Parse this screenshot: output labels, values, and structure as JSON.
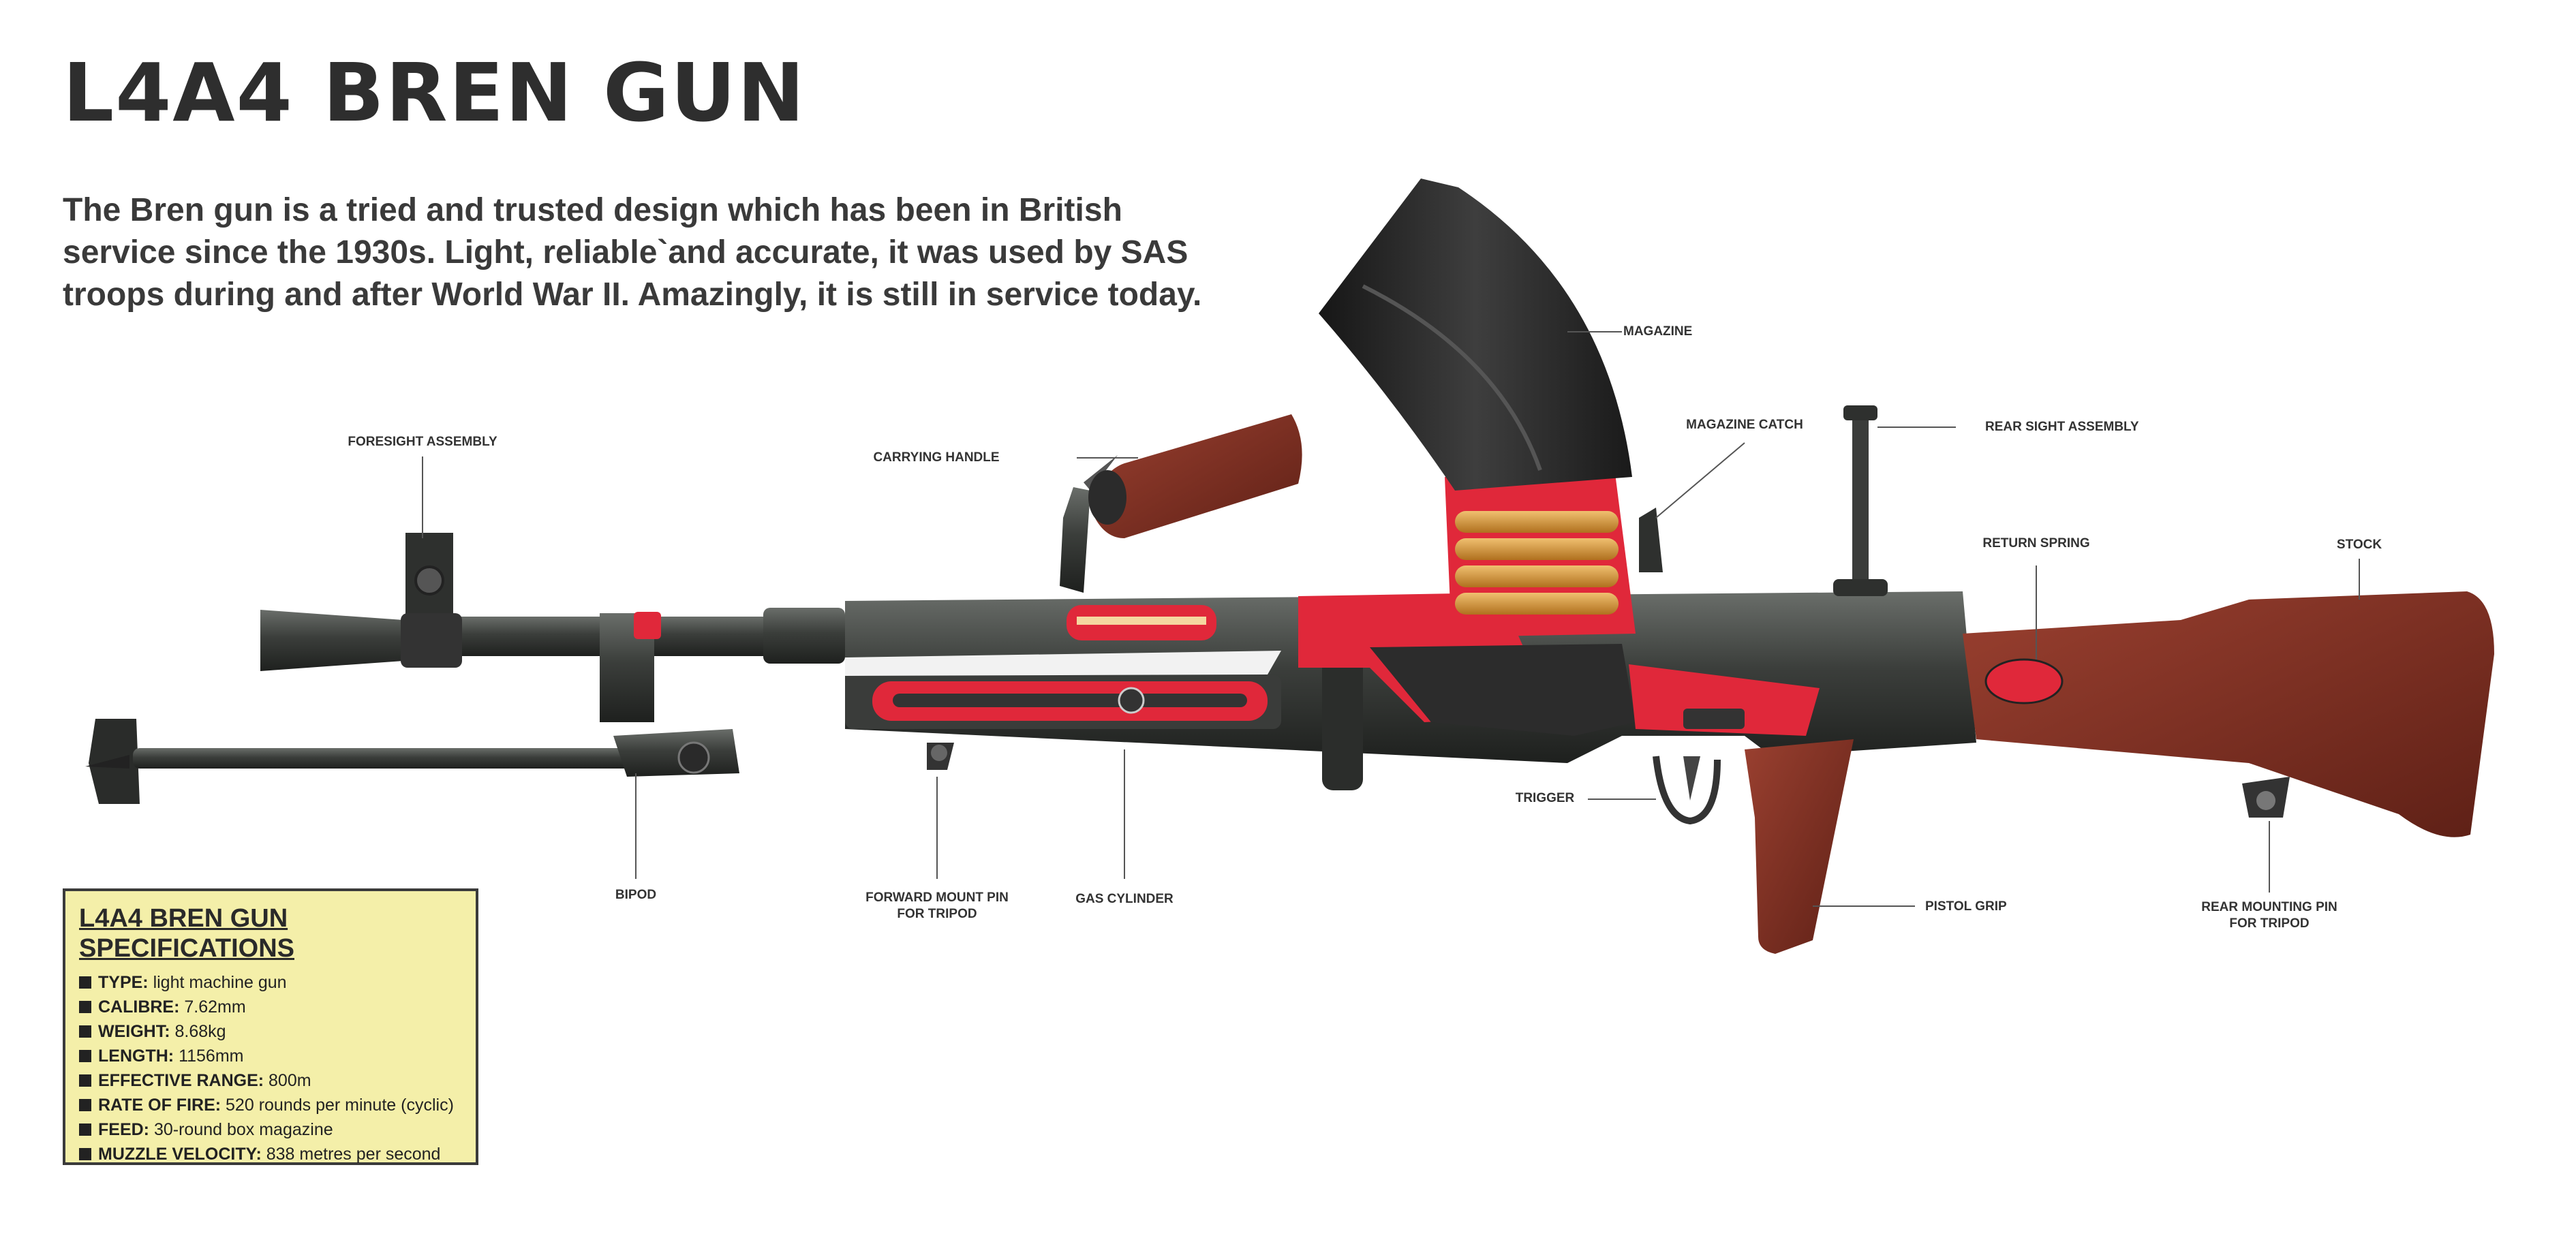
{
  "title": "L4A4 BREN GUN",
  "intro": "The Bren gun is a tried and trusted design which has been in British service since the 1930s. Light, reliable`and accurate, it was used by SAS troops during and after World War II. Amazingly, it is still in service today.",
  "labels": {
    "magazine": "MAGAZINE",
    "magazine_catch": "MAGAZINE CATCH",
    "rear_sight": "REAR SIGHT ASSEMBLY",
    "foresight": "FORESIGHT ASSEMBLY",
    "carrying_handle": "CARRYING HANDLE",
    "return_spring": "RETURN SPRING",
    "stock": "STOCK",
    "trigger": "TRIGGER",
    "bipod": "BIPOD",
    "forward_mount_l1": "FORWARD MOUNT PIN",
    "forward_mount_l2": "FOR TRIPOD",
    "gas_cylinder": "GAS CYLINDER",
    "pistol_grip": "PISTOL GRIP",
    "rear_mount_l1": "REAR MOUNTING PIN",
    "rear_mount_l2": "FOR TRIPOD"
  },
  "specs": {
    "heading": "L4A4 BREN GUN SPECIFICATIONS",
    "items": [
      {
        "key": "TYPE:",
        "value": "light machine gun"
      },
      {
        "key": "CALIBRE:",
        "value": "7.62mm"
      },
      {
        "key": "WEIGHT:",
        "value": "8.68kg"
      },
      {
        "key": "LENGTH:",
        "value": "1156mm"
      },
      {
        "key": "EFFECTIVE RANGE:",
        "value": "800m"
      },
      {
        "key": "RATE OF FIRE:",
        "value": "520 rounds per minute (cyclic)"
      },
      {
        "key": "FEED:",
        "value": "30-round box magazine"
      },
      {
        "key": "MUZZLE VELOCITY:",
        "value": "838 metres per second"
      }
    ]
  },
  "colors": {
    "metal": "#3b3e3b",
    "wood": "#7a2e20",
    "cutaway": "#e0283a",
    "brass": "#d69a3a",
    "spec_bg": "#f4efa9"
  }
}
